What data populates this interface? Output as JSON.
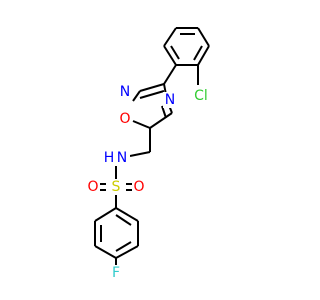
{
  "molecule": {
    "atoms": {
      "chlorine": {
        "symbol": "Cl",
        "color": "#33cc33"
      },
      "ring_oxygen": {
        "symbol": "O",
        "color": "#ff0000"
      },
      "ring_nitrogen_2": {
        "symbol": "N",
        "color": "#0000ff"
      },
      "ring_nitrogen_4": {
        "symbol": "N",
        "color": "#0000ff"
      },
      "amide_nitrogen": {
        "symbol": "N",
        "color": "#0000ff"
      },
      "amide_hydrogen": {
        "symbol": "H",
        "color": "#0000ff"
      },
      "sulfur": {
        "symbol": "S",
        "color": "#cccc00"
      },
      "sulfonyl_oxygen_left": {
        "symbol": "O",
        "color": "#ff0000"
      },
      "sulfonyl_oxygen_right": {
        "symbol": "O",
        "color": "#ff0000"
      },
      "fluorine": {
        "symbol": "F",
        "color": "#33cccc"
      }
    }
  }
}
